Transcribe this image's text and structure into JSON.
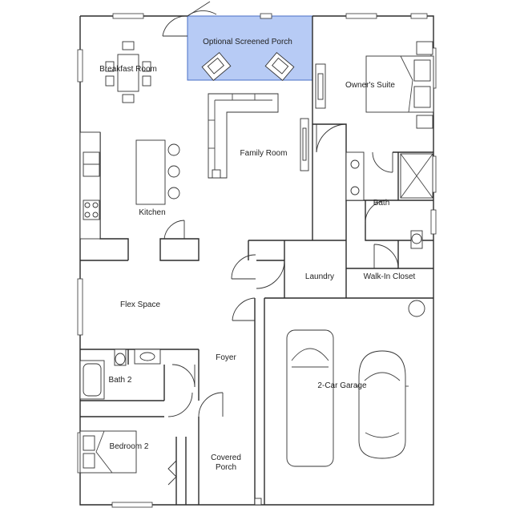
{
  "rooms": {
    "screened_porch": "Optional Screened Porch",
    "breakfast_room": "Breakfast Room",
    "owners_suite": "Owner's Suite",
    "family_room": "Family Room",
    "kitchen": "Kitchen",
    "bath": "Bath",
    "laundry": "Laundry",
    "walk_in_closet": "Walk-In Closet",
    "flex_space": "Flex Space",
    "foyer": "Foyer",
    "bath_2": "Bath 2",
    "garage": "2-Car Garage",
    "bedroom_2": "Bedroom 2",
    "covered_porch_line1": "Covered",
    "covered_porch_line2": "Porch"
  },
  "colors": {
    "optional_area_fill": "#b7cbf5",
    "optional_area_stroke": "#4a6fc6"
  }
}
